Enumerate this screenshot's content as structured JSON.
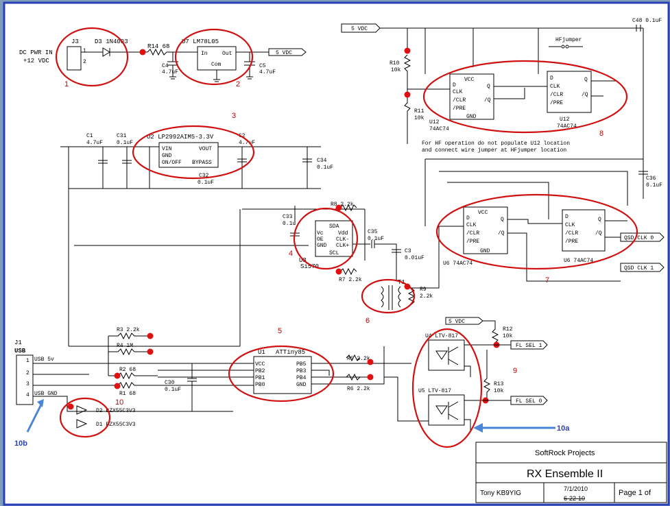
{
  "title_block": {
    "company": "SoftRock Projects",
    "title": "RX Ensemble II",
    "author": "Tony KB9YIG",
    "date_new": "7/1/2010",
    "date_old": "6-22-10",
    "page": "Page 1 of"
  },
  "power": {
    "dc_label_1": "DC PWR IN",
    "dc_label_2": "+12 VDC",
    "j3": "J3",
    "d3": "D3 1N4003",
    "r14": "R14 68",
    "c4": "C4",
    "c4_val": "4.7uF",
    "u7": "U7 LM78L05",
    "u7_in": "In",
    "u7_out": "Out",
    "u7_com": "Com",
    "c5": "C5",
    "c5_val": "4.7uF",
    "vdc_5": "5 VDC"
  },
  "ldo": {
    "c1": "C1",
    "c1_val": "4.7uF",
    "c31": "C31",
    "c31_val": "0.1uF",
    "u2": "U2 LP2992AIM5-3.3V",
    "vin": "VIN",
    "gnd": "GND",
    "onoff": "ON/OFF",
    "vout": "VOUT",
    "bypass": "BYPASS",
    "c2": "C2",
    "c2_val": "4.7uF",
    "c32": "C32",
    "c32_val": "0.1uF",
    "c34": "C34",
    "c34_val": "0.1uF"
  },
  "osc": {
    "c33": "C33",
    "c33_val": "0.1u",
    "u3": "U3",
    "u3_part": "Si570",
    "sda": "SDA",
    "scl": "SCL",
    "vc": "Vc",
    "oe": "OE",
    "gnd": "GND",
    "vdd": "Vdd",
    "clkm": "CLK-",
    "clkp": "CLK+",
    "r8": "R8 2.2k",
    "r7": "R7 2.2k",
    "c35": "C35",
    "c35_val": "0.1uF",
    "c3": "C3",
    "c3_val": "0.01uF",
    "t1": "T1",
    "r9": "R9",
    "r9_val": "2.2k"
  },
  "divider_top": {
    "vdc_5": "5 VDC",
    "r10": "R10",
    "r10_val": "10k",
    "r11": "R11",
    "r11_val": "10k",
    "u12a": "U12",
    "u12a_part": "74AC74",
    "u12b": "U12",
    "u12b_part": "74AC74",
    "hfjumper": "HFjumper",
    "c48": "C48 0.1uF",
    "note1": "For HF operation do not populate U12 location",
    "note2": "and connect wire jumper at HFjumper location"
  },
  "divider_bottom": {
    "c36": "C36",
    "c36_val": "0.1uF",
    "u6a": "U6 74AC74",
    "u6b": "U6  74AC74",
    "qsd0": "QSD CLK 0",
    "qsd1": "QSD CLK 1"
  },
  "ff_pins": {
    "vcc": "VCC",
    "d": "D",
    "clk": "CLK",
    "clr": "/CLR",
    "pre": "/PRE",
    "q": "Q",
    "qn": "/Q",
    "gnd": "GND"
  },
  "usb": {
    "j1": "J1",
    "usb": "USB",
    "usb5v": "USB 5v",
    "usbgnd": "USB GND",
    "r3": "R3 2.2k",
    "r4": "R4 1M",
    "r2": "R2 68",
    "r1": "R1 68",
    "d2": "D2 BZX55C3V3",
    "d1": "D1 BZX55C3V3",
    "c30": "C30",
    "c30_val": "0.1uF"
  },
  "mcu": {
    "u1": "U1",
    "u1_part": "ATTiny85",
    "vcc": "VCC",
    "pb2": "PB2",
    "pb1": "PB1",
    "pb0": "PB0",
    "pb5": "PB5",
    "pb3": "PB3",
    "pb4": "PB4",
    "gnd": "GND",
    "r5": "R5 2.2k",
    "r6": "R6 2.2k"
  },
  "opto": {
    "vdc_5": "5 VDC",
    "u4": "U4 LTV-817",
    "u5": "U5 LTV-817",
    "r12": "R12",
    "r12_val": "10k",
    "r13": "R13",
    "r13_val": "10k",
    "flsel1": "FL SEL 1",
    "flsel0": "FL SEL 0"
  },
  "annotations": [
    "1",
    "2",
    "3",
    "4",
    "5",
    "6",
    "7",
    "8",
    "9",
    "10",
    "10a",
    "10b"
  ],
  "colors": {
    "highlight": "#d01010",
    "arrow": "#4a86d8",
    "frame": "#2a3fb5"
  }
}
